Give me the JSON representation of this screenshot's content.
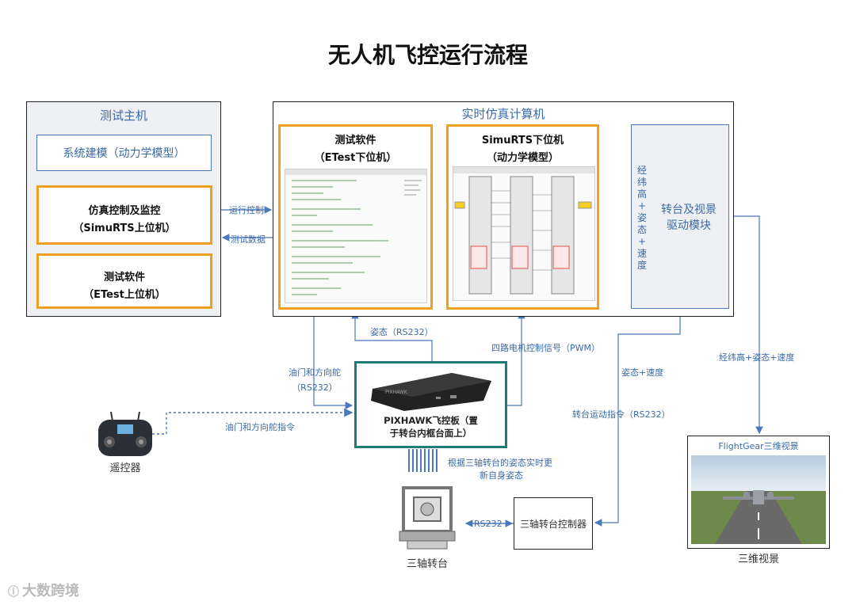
{
  "title": "无人机飞控运行流程",
  "test_host": {
    "title": "测试主机",
    "system_modeling": "系统建模（动力学模型）",
    "sim_control_line1": "仿真控制及监控",
    "sim_control_line2": "（SimuRTS上位机）",
    "test_sw_line1": "测试软件",
    "test_sw_line2": "（ETest上位机）"
  },
  "realtime": {
    "title": "实时仿真计算机",
    "etest_line1": "测试软件",
    "etest_line2": "（ETest下位机）",
    "simurts_line1": "SimuRTS下位机",
    "simurts_line2": "（动力学模型）",
    "vertical_chars": [
      "经",
      "纬",
      "高",
      "+",
      "姿",
      "态",
      "+",
      "速",
      "度"
    ],
    "drive_line1": "转台及视景",
    "drive_line2": "驱动模块"
  },
  "labels": {
    "run_control": "运行控制",
    "test_data": "测试数据",
    "attitude_rs232": "姿态（RS232）",
    "pwm": "四路电机控制信号（PWM）",
    "throttle_line1": "油门和方向舵",
    "throttle_line2": "（RS232）",
    "rc_cmd": "油门和方向舵指令",
    "att_speed": "姿态+速度",
    "turntable_cmd": "转台运动指令（RS232）",
    "lla_att_speed": "经纬高+姿态+速度",
    "update_line1": "根据三轴转台的姿态实时更",
    "update_line2": "新自身姿态",
    "rs232": "RS232"
  },
  "pixhawk": {
    "line1": "PIXHAWK飞控板（置",
    "line2": "于转台内框台面上）"
  },
  "devices": {
    "remote": "遥控器",
    "turntable": "三轴转台",
    "controller": "三轴转台控制器",
    "flightgear_title": "FlightGear三维视景",
    "view3d": "三维视景"
  },
  "watermark": "大数跨境",
  "colors": {
    "accent_blue": "#4a78b8",
    "orange": "#f0a020",
    "teal": "#1e7b78"
  }
}
